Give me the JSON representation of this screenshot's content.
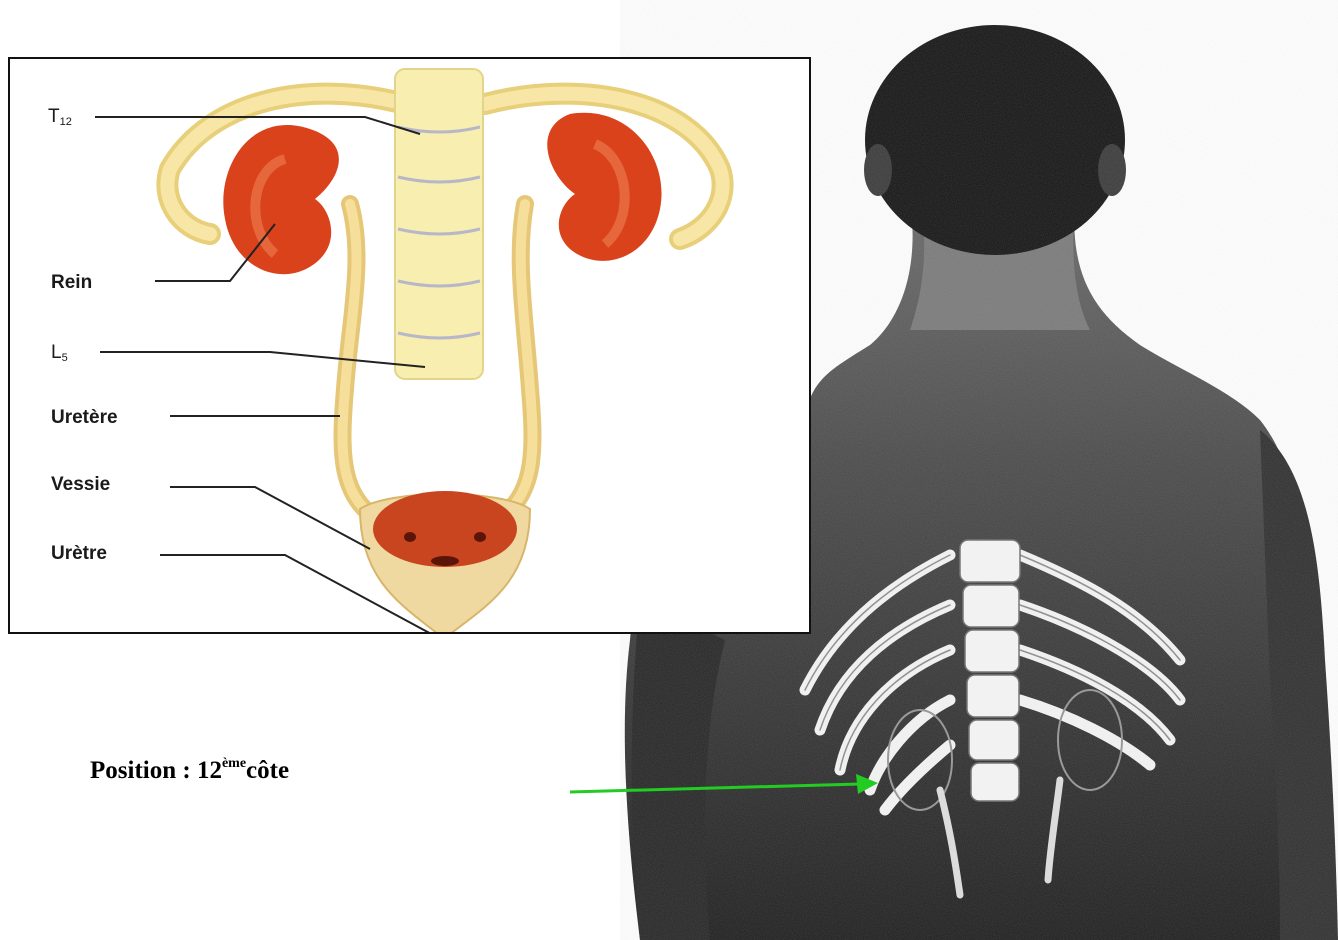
{
  "diagram": {
    "labels": {
      "t12_letter": "T",
      "t12_sub": "12",
      "rein": "Rein",
      "l5_letter": "L",
      "l5_sub": "5",
      "uretere": "Uretère",
      "vessie": "Vessie",
      "uretre": "Urètre"
    }
  },
  "caption": {
    "prefix": "Position : 12",
    "superscript": "ème",
    "suffix": "côte"
  },
  "colors": {
    "kidney": "#d9421a",
    "bone": "#f5e6a0",
    "ureter": "#f2d784",
    "bladder": "#c8451f",
    "arrow": "#22cc22",
    "skin_dark": "#2a2a2a",
    "ribs_white": "#f2f2f2"
  }
}
